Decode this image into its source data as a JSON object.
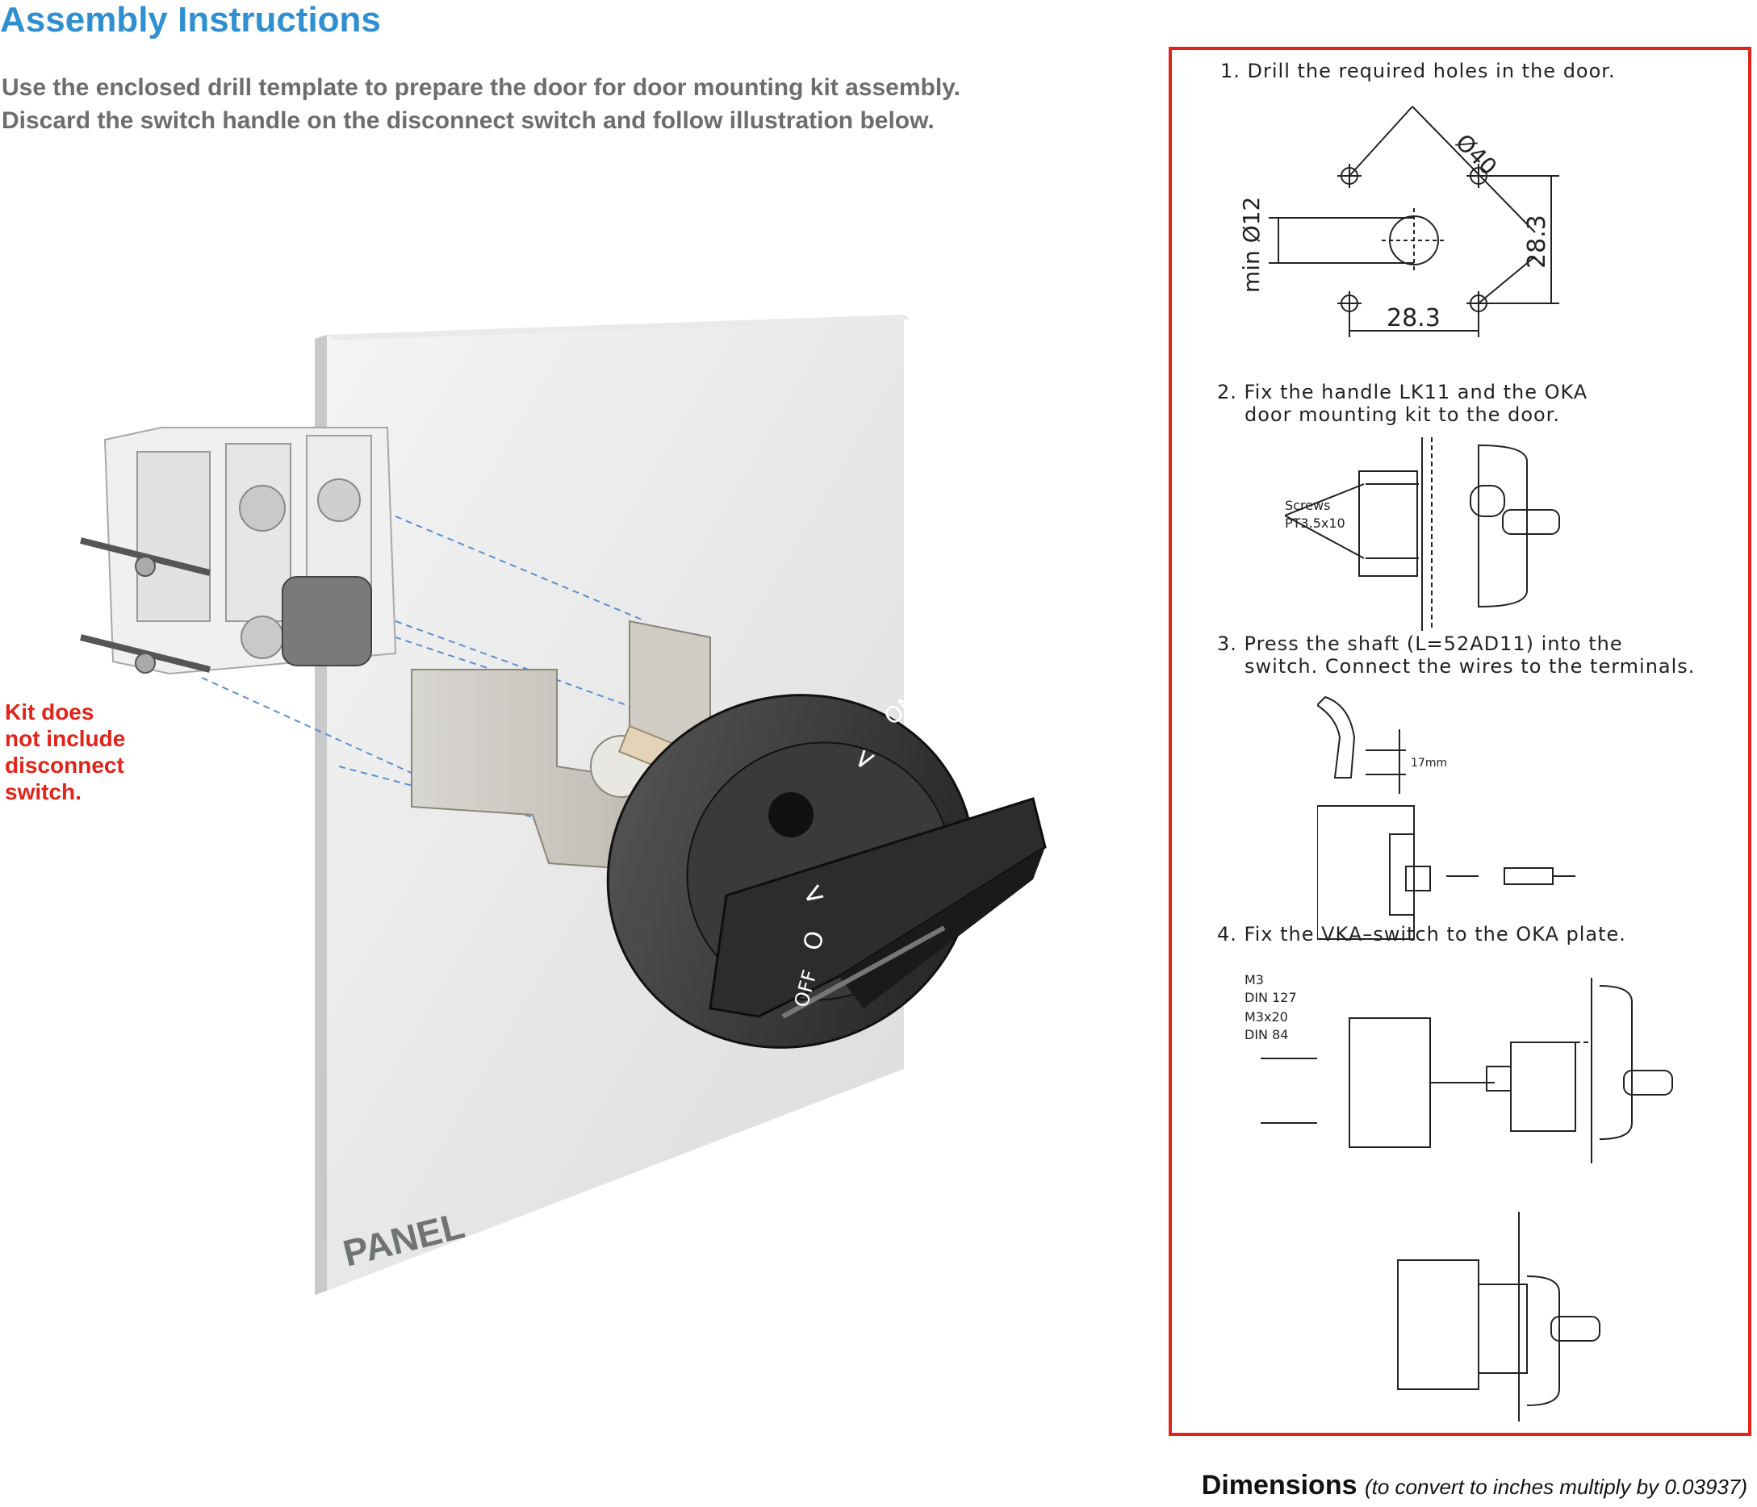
{
  "header": {
    "title": "Assembly Instructions",
    "intro_line1": "Use the enclosed drill template to prepare the door for door mounting kit assembly.",
    "intro_line2": "Discard the switch handle on the disconnect switch and follow illustration below."
  },
  "illustration": {
    "panel_label": "PANEL",
    "dial_on": "ON",
    "dial_off": "OFF",
    "dial_on_mark": "I",
    "dial_off_mark": "O"
  },
  "kit_note": {
    "line1": "Kit does",
    "line2": "not include",
    "line3": "disconnect",
    "line4": "switch."
  },
  "steps": [
    {
      "line1": "1.  Drill  the  required  holes  in  the  door.",
      "line2": ""
    },
    {
      "line1": "2.  Fix  the  handle  LK11  and  the  OKA",
      "line2": "door  mounting  kit  to  the  door."
    },
    {
      "line1": "3.  Press  the  shaft  (L=52AD11)  into  the",
      "line2": "switch.  Connect  the  wires  to  the  terminals."
    },
    {
      "line1": "4.  Fix  the  VKA–switch  to  the  OKA  plate.",
      "line2": ""
    }
  ],
  "step1_fig": {
    "dia_label": "Ø40",
    "min_label": "min Ø12",
    "dim_h": "28.3",
    "dim_v": "28.3"
  },
  "step2_fig": {
    "screws_label": "Screws",
    "screws_spec": "PT3.5x10"
  },
  "step3_fig": {
    "length_label": "17mm"
  },
  "step4_fig": {
    "m3": "M3",
    "din127": "DIN 127",
    "m3x20": "M3x20",
    "din84": "DIN 84"
  },
  "footer": {
    "dims_bold": "Dimensions",
    "dims_note": "(to convert to inches multiply by 0.03937)"
  },
  "colors": {
    "title_blue": "#2f8fd1",
    "text_gray": "#6d6d6d",
    "accent_red": "#e2231a"
  }
}
